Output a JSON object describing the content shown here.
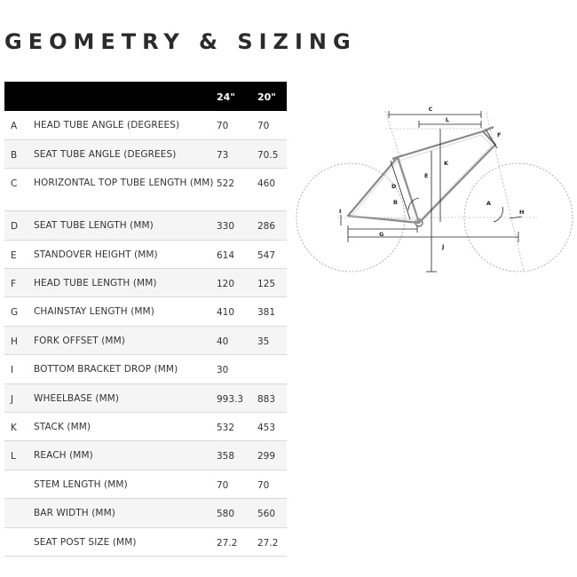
{
  "page": {
    "title": "GEOMETRY & SIZING"
  },
  "table": {
    "headers": {
      "letter": "",
      "label": "",
      "size_1": "24\"",
      "size_2": "20\""
    },
    "rows": [
      {
        "letter": "A",
        "label": "HEAD TUBE ANGLE (DEGREES)",
        "v1": "70",
        "v2": "70"
      },
      {
        "letter": "B",
        "label": "SEAT TUBE ANGLE (DEGREES)",
        "v1": "73",
        "v2": "70.5"
      },
      {
        "letter": "C",
        "label": "HORIZONTAL TOP TUBE LENGTH (MM)",
        "v1": "522",
        "v2": "460"
      },
      {
        "letter": "D",
        "label": "SEAT TUBE LENGTH (MM)",
        "v1": "330",
        "v2": "286"
      },
      {
        "letter": "E",
        "label": "STANDOVER HEIGHT (MM)",
        "v1": "614",
        "v2": "547"
      },
      {
        "letter": "F",
        "label": "HEAD TUBE LENGTH (MM)",
        "v1": "120",
        "v2": "125"
      },
      {
        "letter": "G",
        "label": "CHAINSTAY LENGTH (MM)",
        "v1": "410",
        "v2": "381"
      },
      {
        "letter": "H",
        "label": "FORK OFFSET (MM)",
        "v1": "40",
        "v2": "35"
      },
      {
        "letter": "I",
        "label": "BOTTOM BRACKET DROP (MM)",
        "v1": "30",
        "v2": ""
      },
      {
        "letter": "J",
        "label": "WHEELBASE (MM)",
        "v1": "993.3",
        "v2": "883"
      },
      {
        "letter": "K",
        "label": "STACK (MM)",
        "v1": "532",
        "v2": "453"
      },
      {
        "letter": "L",
        "label": "REACH (MM)",
        "v1": "358",
        "v2": "299"
      },
      {
        "letter": "",
        "label": "STEM LENGTH (MM)",
        "v1": "70",
        "v2": "70"
      },
      {
        "letter": "",
        "label": "BAR WIDTH (MM)",
        "v1": "580",
        "v2": "560"
      },
      {
        "letter": "",
        "label": "SEAT POST SIZE (MM)",
        "v1": "27.2",
        "v2": "27.2"
      }
    ]
  },
  "diagram": {
    "labels": {
      "A": "A",
      "B": "B",
      "C": "C",
      "D": "D",
      "E": "E",
      "F": "F",
      "G": "G",
      "H": "H",
      "I": "I",
      "J": "J",
      "K": "K",
      "L": "L"
    }
  },
  "colors": {
    "header_bg": "#000000",
    "header_text": "#ffffff",
    "stripe": "#f5f5f5",
    "text": "#333333"
  }
}
